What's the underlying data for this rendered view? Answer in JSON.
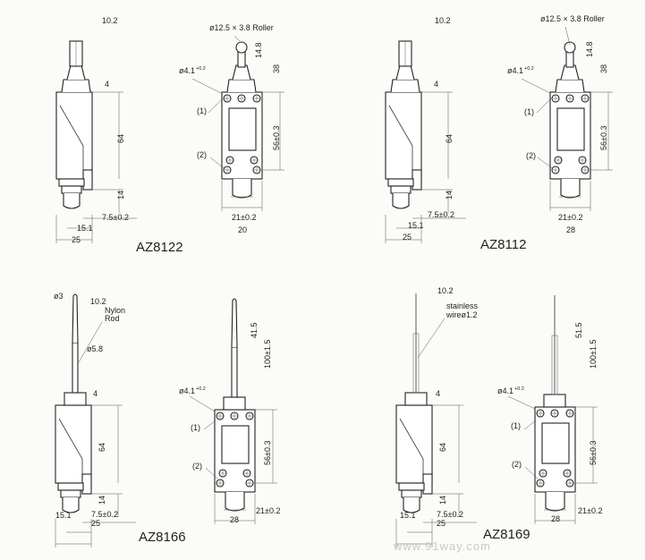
{
  "models": [
    {
      "name": "AZ8122",
      "side": {
        "top_width": "10.2",
        "cap_height": "4",
        "body_height": "64",
        "gland_height": "14",
        "offset": "7.5±0.2",
        "depth": "15.1",
        "width": "25"
      },
      "front": {
        "roller": "ø12.5 × 3.8 Roller",
        "roller_height": "14.8",
        "actuator_height": "38",
        "hole": "ø4.1",
        "hole_tol": "+0.2",
        "label_1": "(1)",
        "label_2": "(2)",
        "hole_pitch": "56±0.3",
        "mount_pitch": "21±0.2",
        "width": "20"
      }
    },
    {
      "name": "AZ8112",
      "side": {
        "top_width": "10.2",
        "cap_height": "4",
        "body_height": "64",
        "gland_height": "14",
        "offset": "7.5±0.2",
        "depth": "15.1",
        "width": "25"
      },
      "front": {
        "roller": "ø12.5 × 3.8 Roller",
        "roller_height": "14.8",
        "actuator_height": "38",
        "hole": "ø4.1",
        "hole_tol": "+0.2",
        "label_1": "(1)",
        "label_2": "(2)",
        "hole_pitch": "56±0.3",
        "mount_pitch": "21±0.2",
        "width": "28"
      }
    },
    {
      "name": "AZ8166",
      "side": {
        "tip_dia": "ø3",
        "top_width": "10.2",
        "rod_label_1": "Nylon",
        "rod_label_2": "Rod",
        "spring_dia": "ø5.8",
        "cap_height": "4",
        "body_height": "64",
        "gland_height": "14",
        "offset": "7.5±0.2",
        "depth": "15.1",
        "width": "25"
      },
      "front": {
        "rod_length": "41.5",
        "actuator_height": "100±1.5",
        "hole": "ø4.1",
        "hole_tol": "+0.2",
        "label_1": "(1)",
        "label_2": "(2)",
        "hole_pitch": "56±0.3",
        "mount_pitch": "21±0.2",
        "width": "28"
      }
    },
    {
      "name": "AZ8169",
      "side": {
        "top_width": "10.2",
        "wire_label_1": "stainless",
        "wire_label_2": "wireø1.2",
        "cap_height": "4",
        "body_height": "64",
        "gland_height": "14",
        "offset": "7.5±0.2",
        "depth": "15.1",
        "width": "25"
      },
      "front": {
        "rod_length": "51.5",
        "actuator_height": "100±1.5",
        "hole": "ø4.1",
        "hole_tol": "+0.2",
        "label_1": "(1)",
        "label_2": "(2)",
        "hole_pitch": "56±0.3",
        "mount_pitch": "21±0.2",
        "width": "28"
      }
    }
  ],
  "watermark": "www.91way.com"
}
